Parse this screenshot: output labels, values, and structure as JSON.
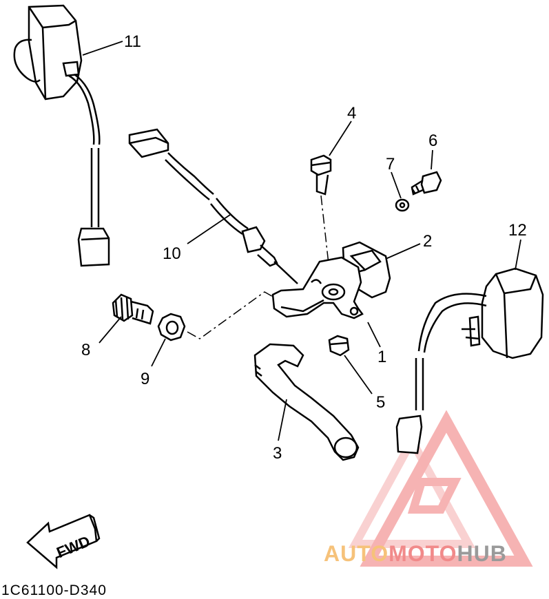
{
  "callouts": [
    "1",
    "2",
    "3",
    "4",
    "5",
    "6",
    "7",
    "8",
    "9",
    "10",
    "11",
    "12"
  ],
  "arrow_label": "FWD",
  "diagram_code": "1C61100-D340",
  "watermark": {
    "part1": "AUTO",
    "part2": "MOTO",
    "part3": "HUB"
  },
  "colors": {
    "ink": "#000000",
    "watermark_red": "#f18a8a",
    "watermark_orange": "#f6c27a",
    "watermark_gray": "#9a9a9a"
  }
}
